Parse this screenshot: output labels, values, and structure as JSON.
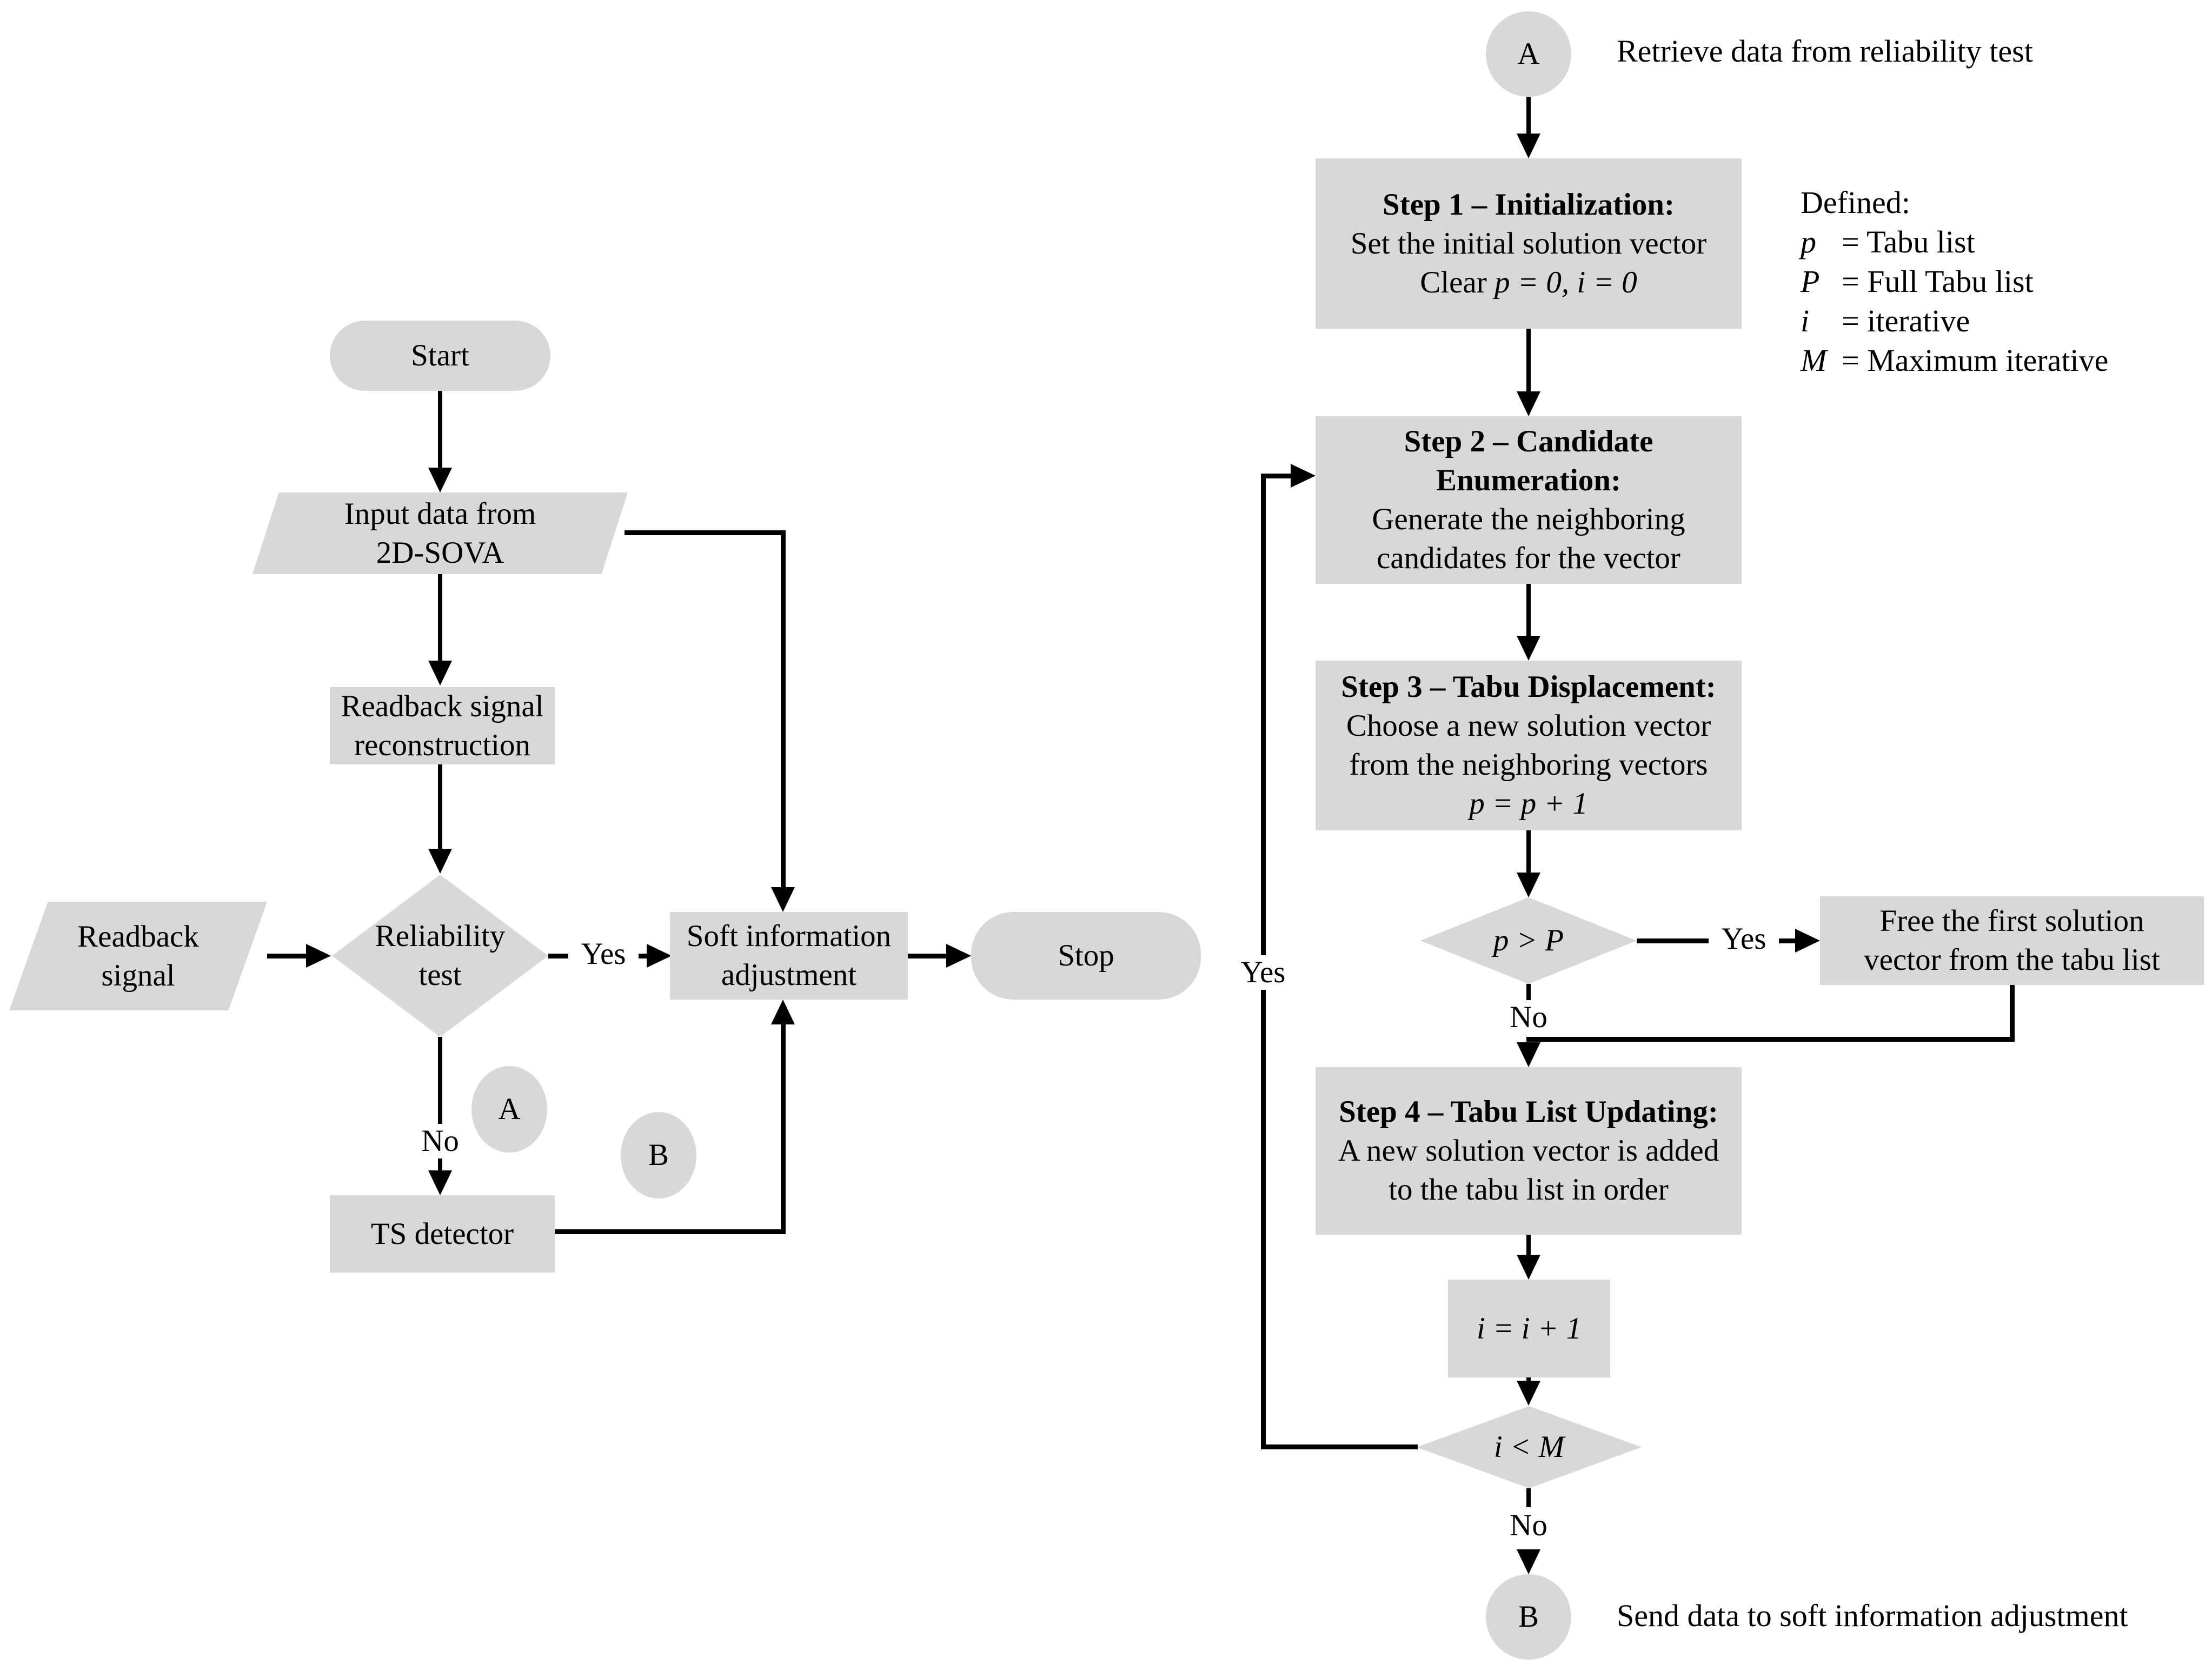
{
  "colors": {
    "node_fill": "#d8d8d8",
    "line": "#000000",
    "background": "#ffffff"
  },
  "left": {
    "start": "Start",
    "input": "Input data from\n2D-SOVA",
    "recon": "Readback signal\nreconstruction",
    "readback": "Readback\nsignal",
    "reliability": "Reliability\ntest",
    "soft": "Soft information\nadjustment",
    "stop": "Stop",
    "ts": "TS detector",
    "yes": "Yes",
    "no": "No",
    "conn_a": "A",
    "conn_b": "B"
  },
  "right": {
    "conn_a": "A",
    "retrieve": "Retrieve data from reliability test",
    "step1": {
      "title": "Step 1 – Initialization:",
      "body": "Set the initial solution vector",
      "math_prefix": "Clear ",
      "math": "p = 0, i = 0"
    },
    "defined": {
      "heading": "Defined:",
      "rows": [
        {
          "sym": "p",
          "def": "= Tabu list"
        },
        {
          "sym": "P",
          "def": "= Full Tabu list"
        },
        {
          "sym": "i",
          "def": "= iterative"
        },
        {
          "sym": "M",
          "def": "= Maximum iterative"
        }
      ]
    },
    "step2": {
      "title": "Step 2 – Candidate\nEnumeration:",
      "body": "Generate the neighboring\ncandidates for the vector"
    },
    "step3": {
      "title": "Step 3 – Tabu Displacement:",
      "body": "Choose a new solution vector\nfrom the neighboring vectors",
      "math": "p = p + 1"
    },
    "cond_p": "p > P",
    "yes": "Yes",
    "free": "Free the first solution\nvector from the tabu list",
    "no_p": "No",
    "step4": {
      "title": "Step 4 – Tabu List Updating:",
      "body": "A new solution vector is added\nto the tabu list in order"
    },
    "inc": "i = i + 1",
    "cond_i": "i < M",
    "loop_yes": "Yes",
    "no_i": "No",
    "conn_b": "B",
    "send": "Send data to soft information adjustment"
  }
}
